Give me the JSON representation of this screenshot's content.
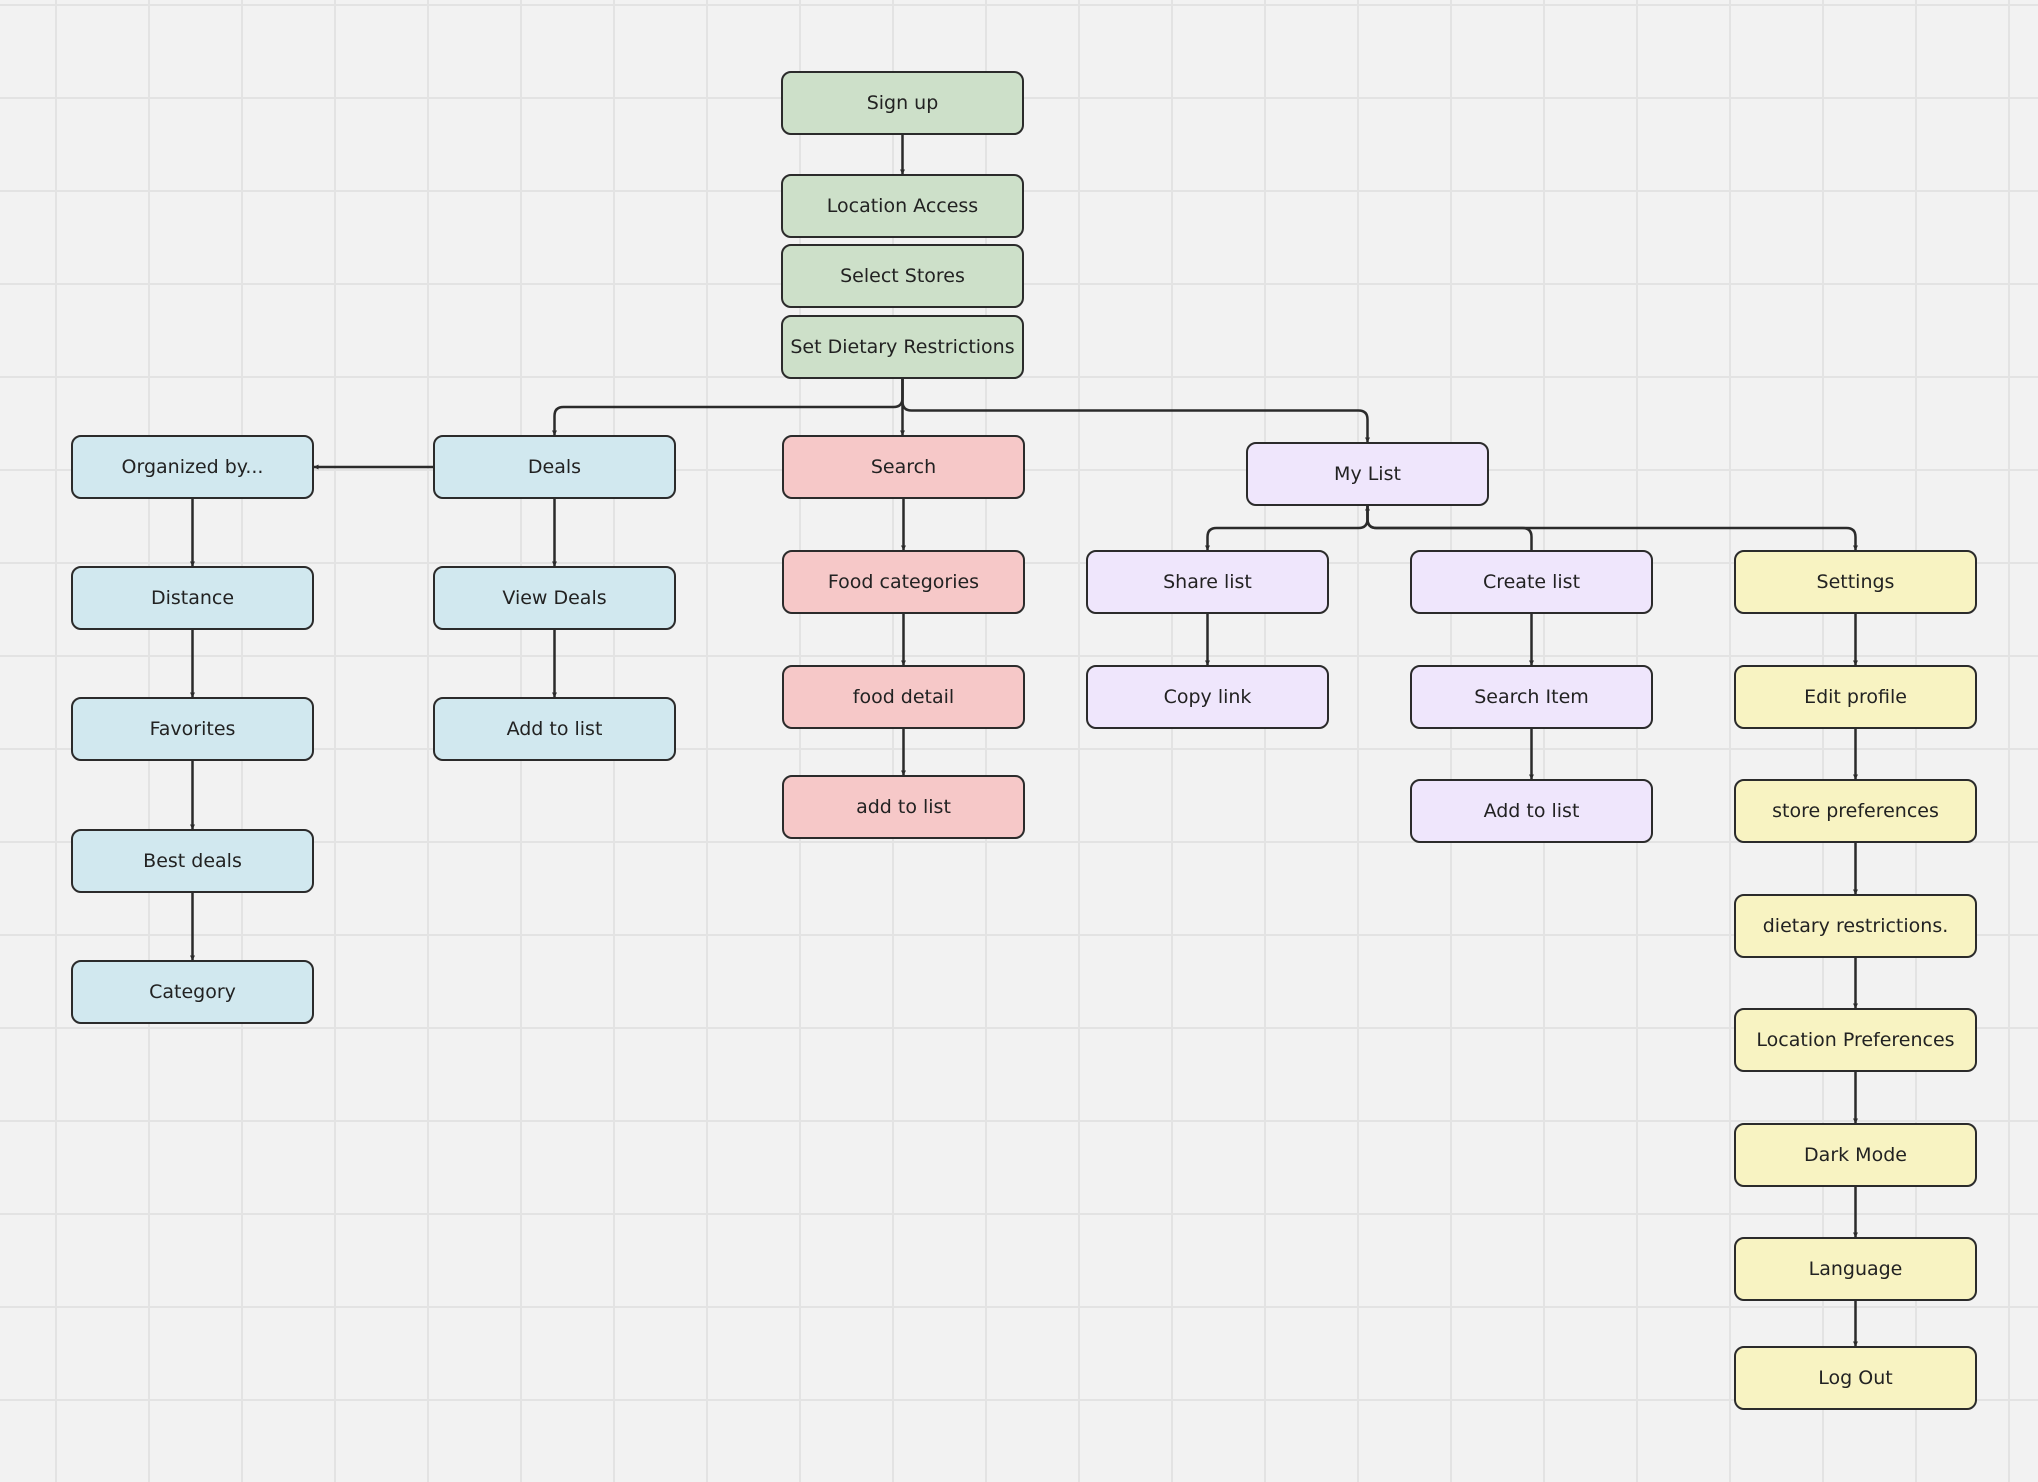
{
  "diagram": {
    "colors": {
      "background": "#f2f2f2",
      "grid": "#e3e3e3",
      "stroke": "#2b2b2b",
      "onboarding": "#cde0c9",
      "deals": "#d1e8ef",
      "search": "#f6c8c8",
      "my_list": "#efe6fc",
      "settings": "#f8f3c2"
    },
    "nodes": {
      "sign_up": "Sign up",
      "location_access": "Location Access",
      "select_stores": "Select Stores",
      "set_dietary_restrictions": "Set Dietary Restrictions",
      "organized_by": "Organized by...",
      "distance": "Distance",
      "favorites": "Favorites",
      "best_deals": "Best deals",
      "category": "Category",
      "deals": "Deals",
      "view_deals": "View Deals",
      "deals_add_to_list": "Add to list",
      "search": "Search",
      "food_categories": "Food categories",
      "food_detail": "food detail",
      "search_add_to_list": "add to list",
      "my_list": "My List",
      "share_list": "Share list",
      "copy_link": "Copy link",
      "create_list": "Create list",
      "search_item": "Search Item",
      "list_add_to_list": "Add to list",
      "settings": "Settings",
      "edit_profile": "Edit profile",
      "store_preferences": "store preferences",
      "dietary_restrictions": "dietary restrictions.",
      "location_preferences": "Location Preferences",
      "dark_mode": "Dark Mode",
      "language": "Language",
      "log_out": "Log Out"
    },
    "edges": [
      [
        "sign_up",
        "location_access"
      ],
      [
        "set_dietary_restrictions",
        "deals"
      ],
      [
        "set_dietary_restrictions",
        "search"
      ],
      [
        "set_dietary_restrictions",
        "my_list"
      ],
      [
        "deals",
        "organized_by"
      ],
      [
        "organized_by",
        "distance"
      ],
      [
        "distance",
        "favorites"
      ],
      [
        "favorites",
        "best_deals"
      ],
      [
        "best_deals",
        "category"
      ],
      [
        "deals",
        "view_deals"
      ],
      [
        "view_deals",
        "deals_add_to_list"
      ],
      [
        "search",
        "food_categories"
      ],
      [
        "food_categories",
        "food_detail"
      ],
      [
        "food_detail",
        "search_add_to_list"
      ],
      [
        "my_list",
        "settings"
      ],
      [
        "my_list",
        "share_list"
      ],
      [
        "create_list",
        "my_list"
      ],
      [
        "share_list",
        "copy_link"
      ],
      [
        "create_list",
        "search_item"
      ],
      [
        "search_item",
        "list_add_to_list"
      ],
      [
        "settings",
        "edit_profile"
      ],
      [
        "edit_profile",
        "store_preferences"
      ],
      [
        "store_preferences",
        "dietary_restrictions"
      ],
      [
        "dietary_restrictions",
        "location_preferences"
      ],
      [
        "location_preferences",
        "dark_mode"
      ],
      [
        "dark_mode",
        "language"
      ],
      [
        "language",
        "log_out"
      ]
    ]
  }
}
